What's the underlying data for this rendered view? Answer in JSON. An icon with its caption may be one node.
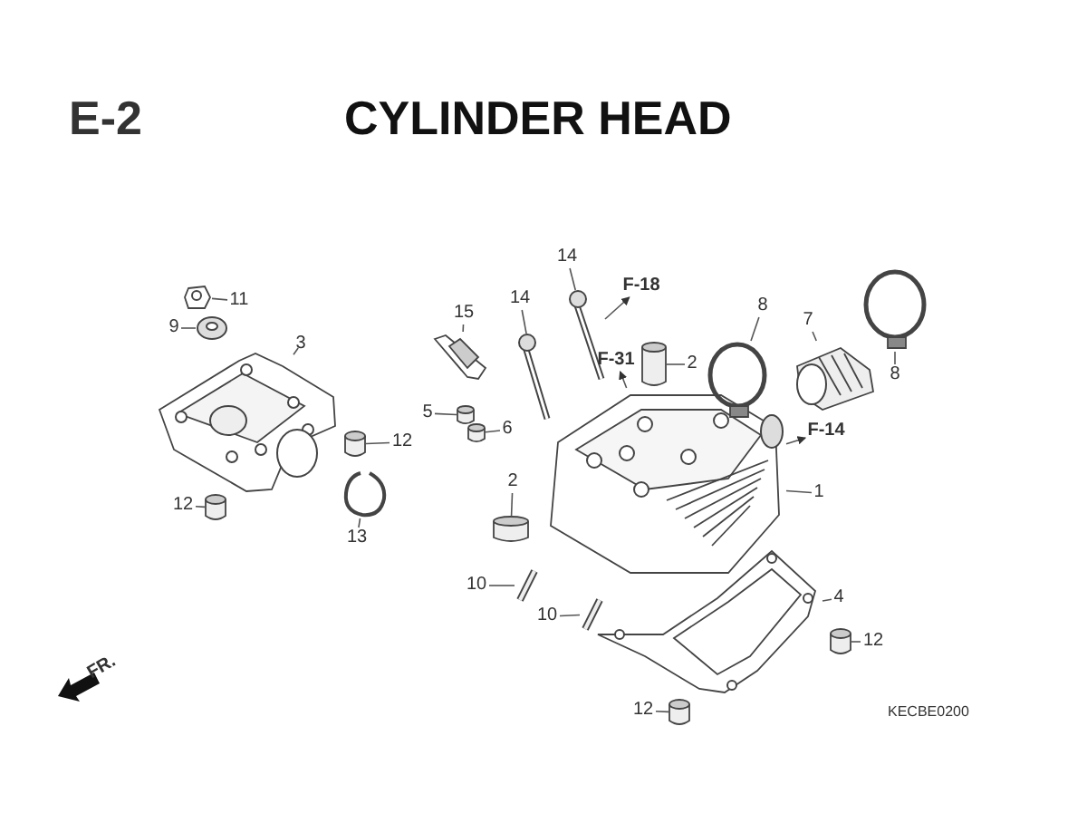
{
  "diagram": {
    "title": "CYLINDER HEAD",
    "nodes": [
      {
        "text": [
          "14"
        ]
      },
      {
        "text": [
          "F-18"
        ]
      },
      {
        "text": [
          "14"
        ]
      },
      {
        "text": [
          "11"
        ]
      },
      {
        "text": [
          "9"
        ]
      },
      {
        "text": [
          "15"
        ]
      },
      {
        "text": [
          "7"
        ]
      },
      {
        "text": [
          "8"
        ]
      },
      {
        "text": [
          "3"
        ]
      },
      {
        "text": [
          "F-31"
        ]
      },
      {
        "text": [
          "2"
        ]
      },
      {
        "text": [
          "8"
        ]
      },
      {
        "text": [
          "5"
        ]
      },
      {
        "text": [
          "6"
        ]
      },
      {
        "text": [
          "F-14"
        ]
      },
      {
        "text": [
          "12"
        ]
      },
      {
        "text": [
          "12"
        ]
      },
      {
        "text": [
          "1"
        ]
      },
      {
        "text": [
          "2"
        ]
      },
      {
        "text": [
          "13"
        ]
      },
      {
        "text": [
          "10"
        ]
      },
      {
        "text": [
          "4"
        ]
      },
      {
        "text": [
          "10"
        ]
      },
      {
        "text": [
          "12"
        ]
      },
      {
        "text": [
          "12"
        ]
      },
      {
        "text": [],
        "shape": "picture"
      },
      {
        "text": [],
        "shape": "picture"
      },
      {
        "text": [],
        "shape": "picture"
      },
      {
        "text": [],
        "shape": "cylinder"
      },
      {
        "text": [],
        "shape": "cylinder"
      },
      {
        "text": [],
        "shape": "picture"
      },
      {
        "text": [],
        "shape": "picture"
      },
      {
        "text": [],
        "shape": "picture"
      },
      {
        "text": [],
        "shape": "picture"
      },
      {
        "text": [],
        "shape": "cylinder"
      },
      {
        "text": [],
        "shape": "cylinder"
      },
      {
        "text": [],
        "shape": "picture"
      },
      {
        "text": [],
        "shape": "cylinder"
      },
      {
        "text": [],
        "shape": "cylinder"
      },
      {
        "text": [],
        "shape": "picture"
      },
      {
        "text": [],
        "shape": "picture"
      },
      {
        "text": [],
        "shape": "picture"
      },
      {
        "text": [],
        "shape": "cylinder"
      },
      {
        "text": [],
        "shape": "cylinder"
      },
      {
        "text": [],
        "shape": "circle"
      },
      {
        "text": [],
        "shape": "picture"
      },
      {
        "text": [],
        "shape": "circle"
      }
    ],
    "edges": [
      {
        "from": 0,
        "to": 33,
        "arrow": "none"
      },
      {
        "from": 33,
        "to": 1,
        "arrow": "to"
      },
      {
        "from": 2,
        "to": 32,
        "arrow": "none"
      },
      {
        "from": 3,
        "to": 25,
        "arrow": "none"
      },
      {
        "from": 4,
        "to": 26,
        "arrow": "none"
      },
      {
        "from": 5,
        "to": 31,
        "arrow": "none"
      },
      {
        "from": 6,
        "to": 45,
        "arrow": "none"
      },
      {
        "from": 7,
        "to": 44,
        "arrow": "none"
      },
      {
        "from": 8,
        "to": 27,
        "arrow": "none"
      },
      {
        "from": 36,
        "to": 9,
        "arrow": "to"
      },
      {
        "from": 10,
        "to": 37,
        "arrow": "none"
      },
      {
        "from": 11,
        "to": 46,
        "arrow": "none"
      },
      {
        "from": 12,
        "to": 34,
        "arrow": "none"
      },
      {
        "from": 13,
        "to": 35,
        "arrow": "none"
      },
      {
        "from": 36,
        "to": 14,
        "arrow": "to"
      },
      {
        "from": 15,
        "to": 28,
        "arrow": "none"
      },
      {
        "from": 16,
        "to": 29,
        "arrow": "none"
      },
      {
        "from": 17,
        "to": 36,
        "arrow": "none"
      },
      {
        "from": 18,
        "to": 38,
        "arrow": "none"
      },
      {
        "from": 19,
        "to": 30,
        "arrow": "none"
      },
      {
        "from": 20,
        "to": 39,
        "arrow": "none"
      },
      {
        "from": 21,
        "to": 41,
        "arrow": "none"
      },
      {
        "from": 22,
        "to": 40,
        "arrow": "none"
      },
      {
        "from": 23,
        "to": 42,
        "arrow": "none"
      },
      {
        "from": 24,
        "to": 43,
        "arrow": "none"
      }
    ],
    "labels": [
      "E-2",
      "FR.",
      "KECBE0200"
    ]
  }
}
